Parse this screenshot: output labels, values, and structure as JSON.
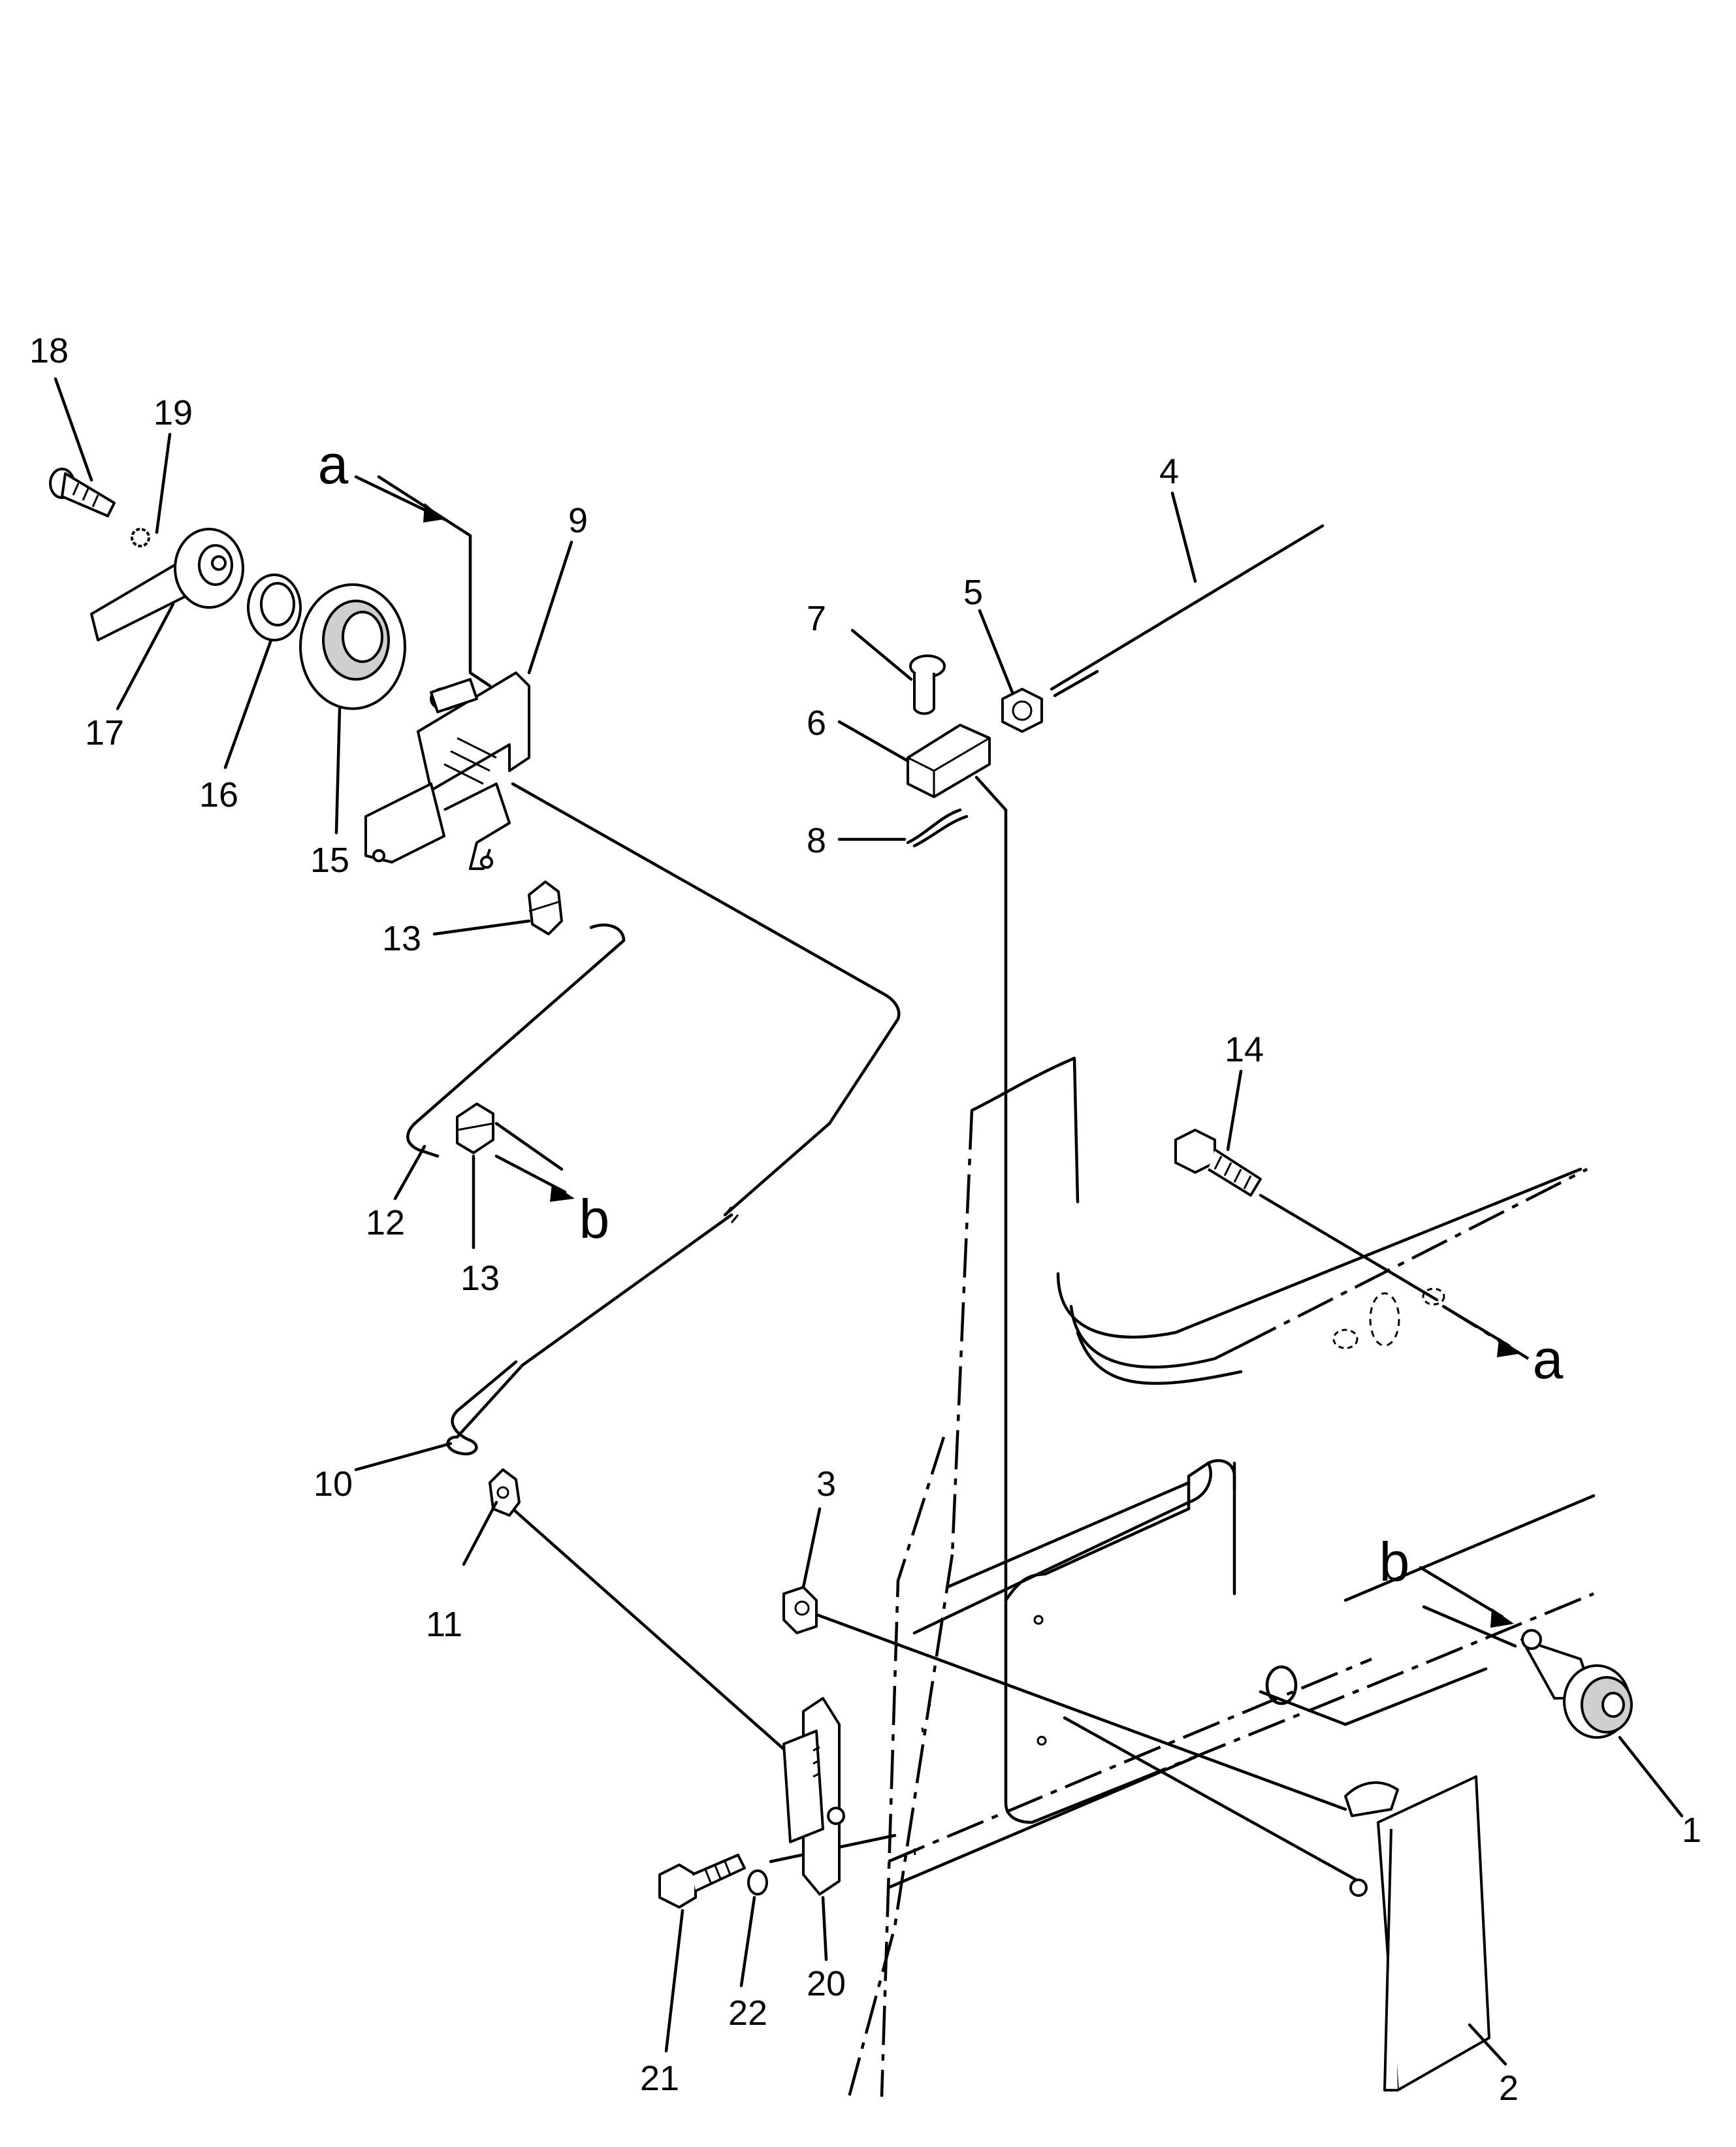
{
  "diagram": {
    "callouts": [
      "1",
      "2",
      "3",
      "4",
      "5",
      "6",
      "7",
      "8",
      "9",
      "10",
      "11",
      "12",
      "13",
      "13",
      "14",
      "15",
      "16",
      "17",
      "18",
      "19",
      "20",
      "21",
      "22"
    ],
    "reference_letters": [
      "a",
      "a",
      "b",
      "b"
    ]
  }
}
